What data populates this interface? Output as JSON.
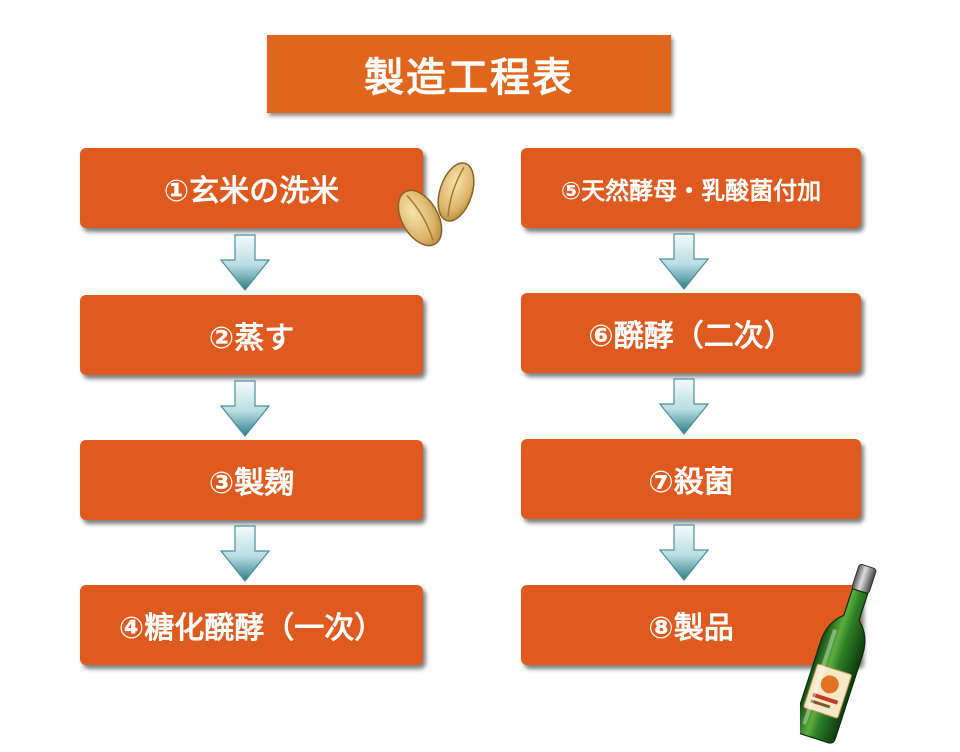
{
  "title": "製造工程表",
  "steps_left": [
    {
      "label": "①玄米の洗米"
    },
    {
      "label": "②蒸す"
    },
    {
      "label": "③製麹"
    },
    {
      "label": "④糖化醗酵（一次）"
    }
  ],
  "steps_right": [
    {
      "label": "⑤天然酵母・乳酸菌付加"
    },
    {
      "label": "⑥醗酵（二次）"
    },
    {
      "label": "⑦殺菌"
    },
    {
      "label": "⑧製品"
    }
  ],
  "colors": {
    "title_bg": "#e0661e",
    "step_bg": "#df5a1f",
    "arrow_light": "#eef7f8",
    "arrow_dark": "#2e7f8a"
  },
  "icons": {
    "rice_grains": "rice-grains-icon",
    "bottle": "bottle-icon",
    "arrow": "down-arrow-icon"
  }
}
